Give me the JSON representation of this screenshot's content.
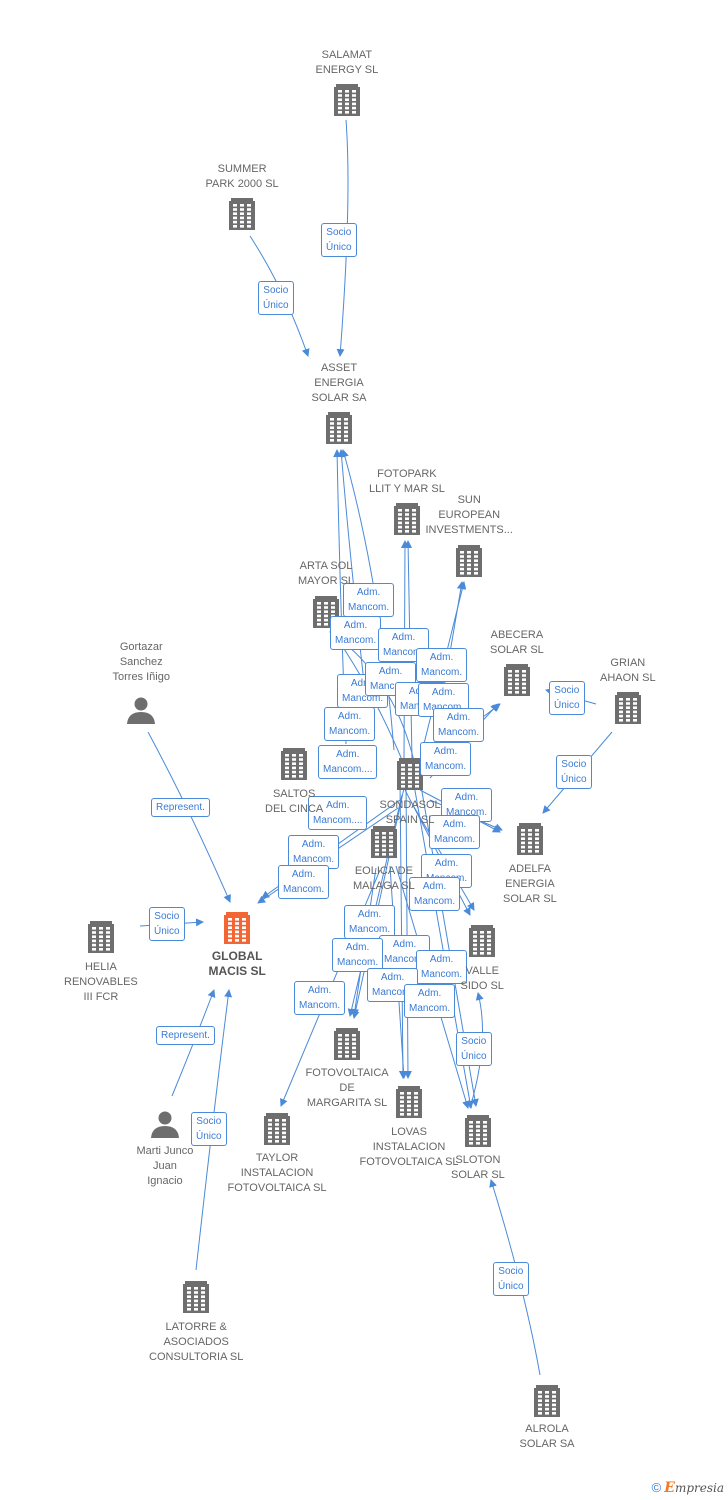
{
  "nodes": [
    {
      "id": "salamat",
      "type": "company",
      "lines": [
        "SALAMAT",
        "ENERGY  SL"
      ]
    },
    {
      "id": "summer",
      "type": "company",
      "lines": [
        "SUMMER",
        "PARK 2000  SL"
      ]
    },
    {
      "id": "asset",
      "type": "company",
      "lines": [
        "ASSET",
        "ENERGIA",
        "SOLAR SA"
      ]
    },
    {
      "id": "fotopark",
      "type": "company",
      "lines": [
        "FOTOPARK",
        "LLIT Y MAR SL"
      ]
    },
    {
      "id": "sun",
      "type": "company",
      "lines": [
        "SUN",
        "EUROPEAN",
        "INVESTMENTS..."
      ]
    },
    {
      "id": "artasol",
      "type": "company",
      "lines": [
        "ARTA SOL",
        "MAYOR SL"
      ]
    },
    {
      "id": "abecera",
      "type": "company",
      "lines": [
        "ABECERA",
        "SOLAR SL"
      ]
    },
    {
      "id": "grian",
      "type": "company",
      "lines": [
        "GRIAN",
        "AHAON SL"
      ]
    },
    {
      "id": "gortazar",
      "type": "person",
      "lines": [
        "Gortazar",
        "Sanchez",
        "Torres Iñigo"
      ]
    },
    {
      "id": "saltos",
      "type": "company",
      "lines": [
        "SALTOS",
        "DEL CINCA"
      ]
    },
    {
      "id": "sondasol",
      "type": "company",
      "lines": [
        "SONDASOL",
        "SPAIN  SL"
      ]
    },
    {
      "id": "adelfa",
      "type": "company",
      "lines": [
        "ADELFA",
        "ENERGIA",
        "SOLAR SL"
      ]
    },
    {
      "id": "eolica",
      "type": "company",
      "lines": [
        "EOLICA DE",
        "MALAGA  SL"
      ]
    },
    {
      "id": "global",
      "type": "main",
      "lines": [
        "GLOBAL",
        "MACIS  SL"
      ]
    },
    {
      "id": "helia",
      "type": "company",
      "lines": [
        "HELIA",
        "RENOVABLES",
        "III FCR"
      ]
    },
    {
      "id": "valle",
      "type": "company",
      "lines": [
        "VALLE",
        "SIDO SL"
      ]
    },
    {
      "id": "margarita",
      "type": "company",
      "lines": [
        "FOTOVOLTAICA",
        "DE",
        "MARGARITA SL"
      ]
    },
    {
      "id": "marti",
      "type": "person",
      "lines": [
        "Marti Junco",
        "Juan",
        "Ignacio"
      ]
    },
    {
      "id": "taylor",
      "type": "company",
      "lines": [
        "TAYLOR",
        "INSTALACION",
        "FOTOVOLTAICA SL"
      ]
    },
    {
      "id": "lovas",
      "type": "company",
      "lines": [
        "LOVAS",
        "INSTALACION",
        "FOTOVOLTAICA SL"
      ]
    },
    {
      "id": "sloton",
      "type": "company",
      "lines": [
        "SLOTON",
        "SOLAR SL"
      ]
    },
    {
      "id": "latorre",
      "type": "company",
      "lines": [
        "LATORRE &",
        "ASOCIADOS",
        "CONSULTORIA SL"
      ]
    },
    {
      "id": "alrola",
      "type": "company",
      "lines": [
        "ALROLA",
        "SOLAR SA"
      ]
    }
  ],
  "edge_labels": [
    {
      "id": "e1",
      "lines": [
        "Socio",
        "Único"
      ]
    },
    {
      "id": "e2",
      "lines": [
        "Socio",
        "Único"
      ]
    },
    {
      "id": "e3",
      "lines": [
        "Adm.",
        "Mancom."
      ]
    },
    {
      "id": "e4",
      "lines": [
        "Adm.",
        "Mancom."
      ]
    },
    {
      "id": "e5",
      "lines": [
        "Adm.",
        "Mancom."
      ]
    },
    {
      "id": "e6",
      "lines": [
        "Adm.",
        "Mancom."
      ]
    },
    {
      "id": "e7",
      "lines": [
        "Adm.",
        "Mancom."
      ]
    },
    {
      "id": "e8",
      "lines": [
        "Adm.",
        "Mancom."
      ]
    },
    {
      "id": "e9",
      "lines": [
        "Adm.",
        "Mancom."
      ]
    },
    {
      "id": "e10",
      "lines": [
        "Adm.",
        "Mancom."
      ]
    },
    {
      "id": "e11",
      "lines": [
        "Socio",
        "Único"
      ]
    },
    {
      "id": "e12",
      "lines": [
        "Adm.",
        "Mancom."
      ]
    },
    {
      "id": "e13",
      "lines": [
        "Adm.",
        "Mancom."
      ]
    },
    {
      "id": "e14",
      "lines": [
        "Socio",
        "Único"
      ]
    },
    {
      "id": "e15",
      "lines": [
        "Represent."
      ]
    },
    {
      "id": "e16",
      "lines": [
        "Adm.",
        "Mancom...."
      ]
    },
    {
      "id": "e17",
      "lines": [
        "Adm.",
        "Mancom...."
      ]
    },
    {
      "id": "e18",
      "lines": [
        "Adm.",
        "Mancom."
      ]
    },
    {
      "id": "e19",
      "lines": [
        "Adm.",
        "Mancom."
      ]
    },
    {
      "id": "e20",
      "lines": [
        "Adm.",
        "Mancom."
      ]
    },
    {
      "id": "e21",
      "lines": [
        "Adm.",
        "Mancom."
      ]
    },
    {
      "id": "e22",
      "lines": [
        "Adm.",
        "Mancom."
      ]
    },
    {
      "id": "e23",
      "lines": [
        "Adm.",
        "Mancom."
      ]
    },
    {
      "id": "e24",
      "lines": [
        "Adm.",
        "Mancom."
      ]
    },
    {
      "id": "e25",
      "lines": [
        "Socio",
        "Único"
      ]
    },
    {
      "id": "e26",
      "lines": [
        "Adm.",
        "Mancom."
      ]
    },
    {
      "id": "e27",
      "lines": [
        "Adm.",
        "Mancom."
      ]
    },
    {
      "id": "e28",
      "lines": [
        "Adm.",
        "Mancom."
      ]
    },
    {
      "id": "e29",
      "lines": [
        "Adm.",
        "Mancom."
      ]
    },
    {
      "id": "e30",
      "lines": [
        "Adm.",
        "Mancom."
      ]
    },
    {
      "id": "e31",
      "lines": [
        "Adm.",
        "Mancom."
      ]
    },
    {
      "id": "e32",
      "lines": [
        "Represent."
      ]
    },
    {
      "id": "e33",
      "lines": [
        "Socio",
        "Único"
      ]
    },
    {
      "id": "e34",
      "lines": [
        "Adm.",
        "Mancom."
      ]
    },
    {
      "id": "e35",
      "lines": [
        "Socio",
        "Único"
      ]
    },
    {
      "id": "e36",
      "lines": [
        "Socio",
        "Único"
      ]
    }
  ],
  "colors": {
    "edge": "#4a8ad8",
    "node_icon": "#6e6e6e",
    "main_icon": "#f26535",
    "label": "#666666"
  },
  "footer": {
    "copyright": "©",
    "brand_initial": "E",
    "brand_rest": "mpresia"
  }
}
